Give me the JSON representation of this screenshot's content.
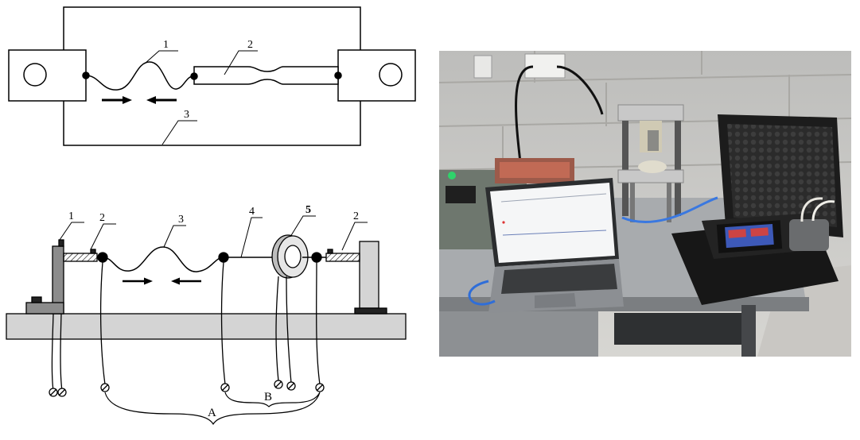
{
  "top_diagram": {
    "labels": {
      "n1": "1",
      "n2": "2",
      "n3": "3"
    }
  },
  "bottom_diagram": {
    "labels": {
      "n1": "1",
      "n2_left": "2",
      "n3": "3",
      "n4": "4",
      "n5": "5",
      "n2_right": "2"
    },
    "brace_labels": {
      "a": "A",
      "b": "B"
    }
  },
  "photo": {
    "description_icon": "test-bench-photo"
  }
}
